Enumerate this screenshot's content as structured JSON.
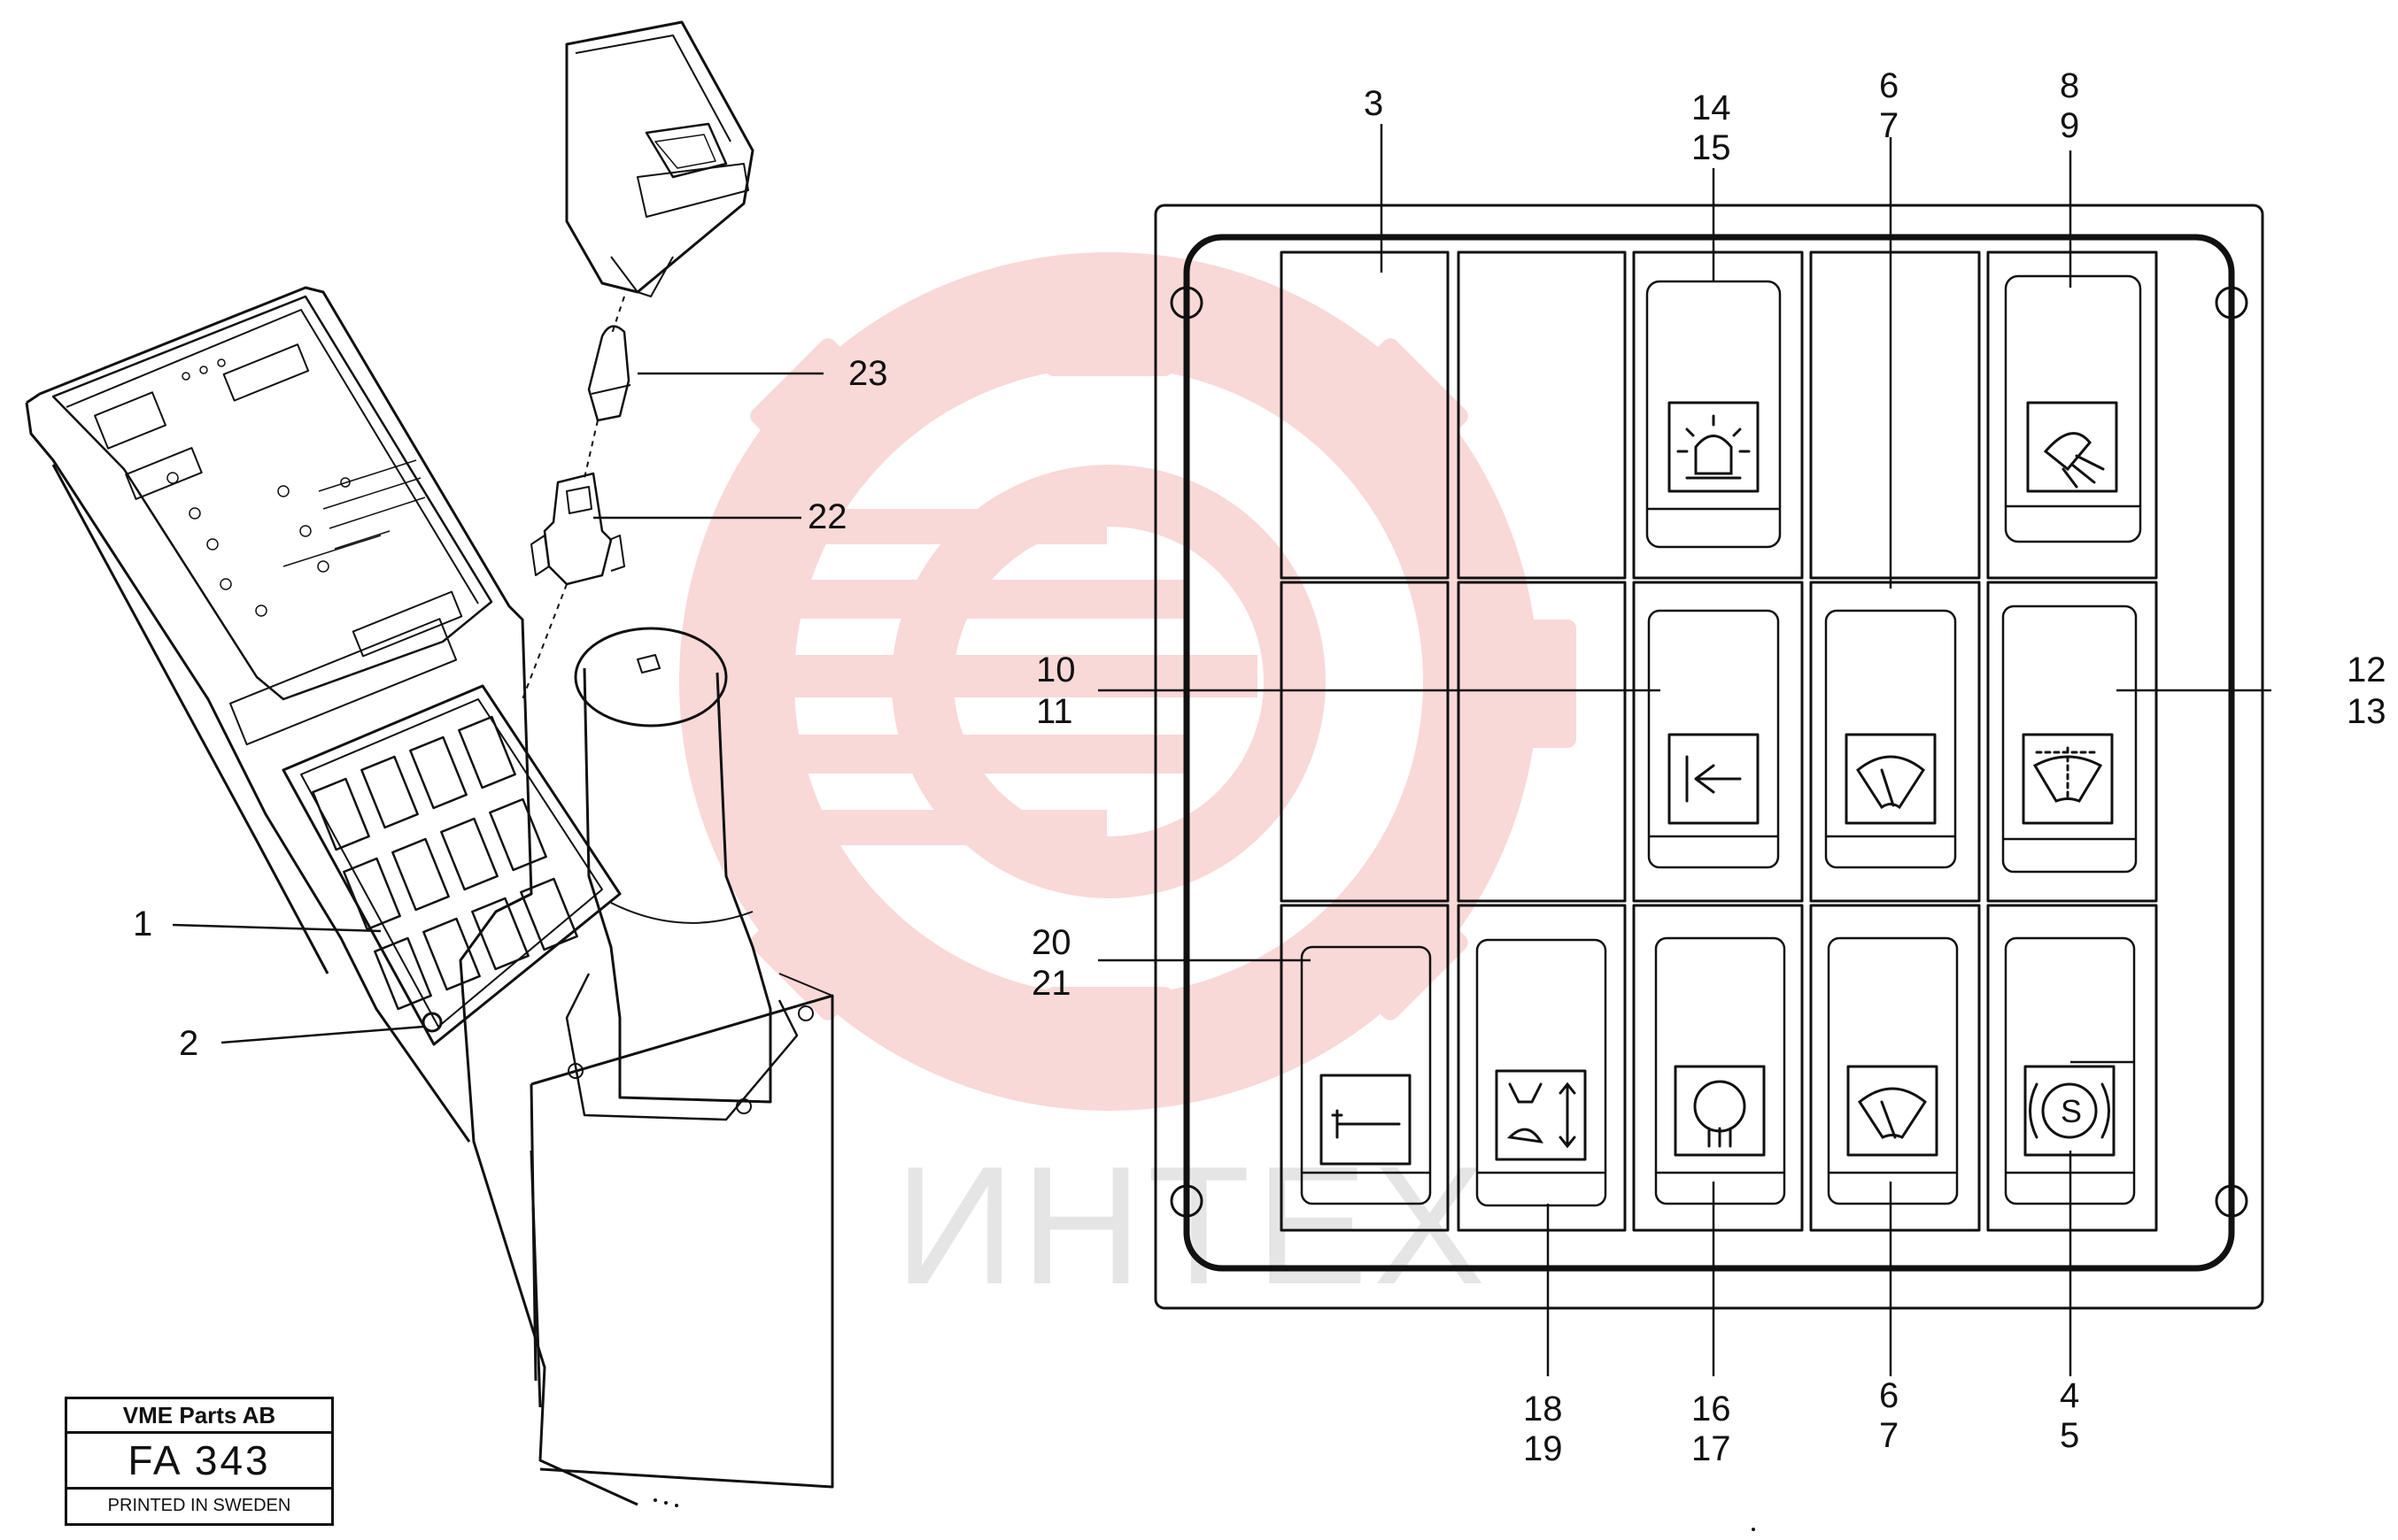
{
  "callouts": {
    "c1": "1",
    "c2": "2",
    "c3": "3",
    "c4": "4",
    "c5": "5",
    "c6": "6",
    "c7": "7",
    "c8": "8",
    "c9": "9",
    "c10": "10",
    "c11": "11",
    "c12": "12",
    "c13": "13",
    "c14": "14",
    "c15": "15",
    "c16": "16",
    "c17": "17",
    "c18": "18",
    "c19": "19",
    "c20": "20",
    "c21": "21",
    "c22": "22",
    "c23": "23"
  },
  "stamp": {
    "company": "VME Parts AB",
    "code": "FA 343",
    "note": "PRINTED IN SWEDEN"
  },
  "watermark": {
    "text": "ИНТЕХ",
    "color": "#f4b8b8"
  },
  "colors": {
    "ink": "#111111",
    "watermark_gear": "#f4b8b8",
    "watermark_text": "#e5e5e5"
  },
  "switch_icons": {
    "row1": [
      "",
      "",
      "beacon-light-icon",
      "",
      "work-light-icon"
    ],
    "row2": [
      "",
      "",
      "arrow-left-bar-icon",
      "wiper-icon",
      "rear-wiper-icon"
    ],
    "row3": [
      "hammer-icon",
      "bucket-float-icon",
      "heated-mirror-icon",
      "wiper-washer-icon",
      "parking-brake-icon"
    ]
  }
}
